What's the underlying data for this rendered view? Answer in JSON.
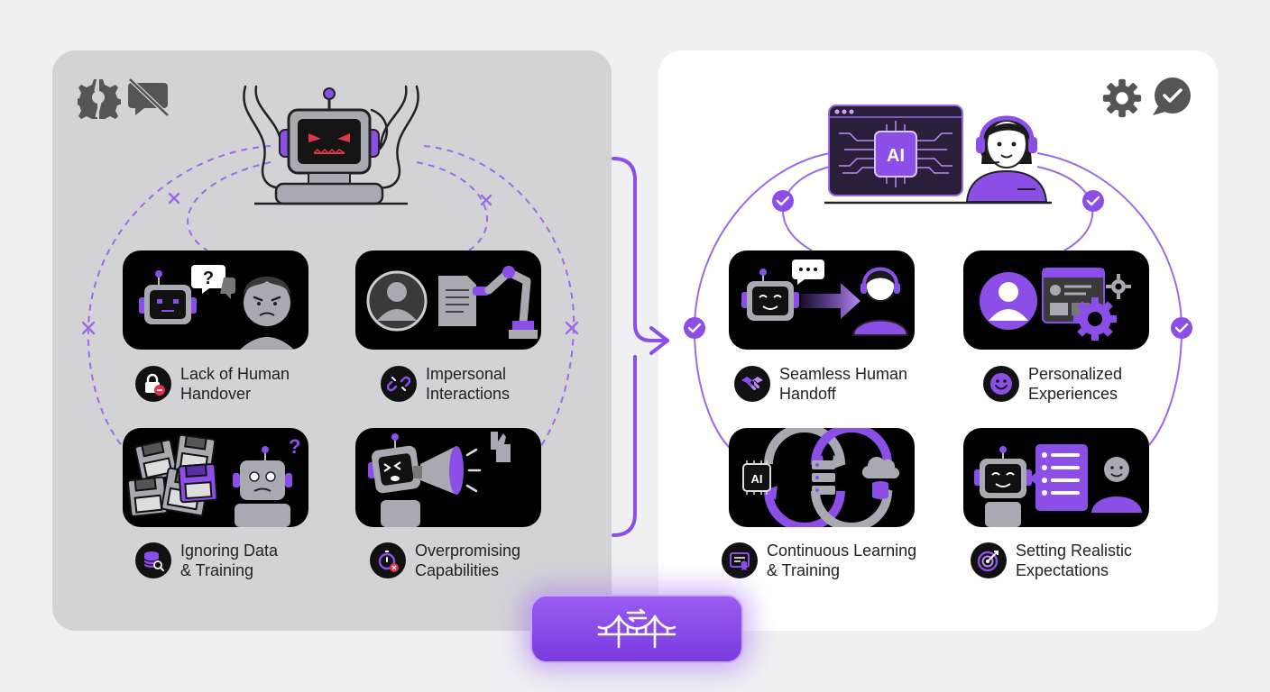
{
  "left_panel": {
    "items": [
      {
        "line1": "Lack of Human",
        "line2": "Handover"
      },
      {
        "line1": "Impersonal",
        "line2": "Interactions"
      },
      {
        "line1": "Ignoring Data",
        "line2": "& Training"
      },
      {
        "line1": "Overpromising",
        "line2": "Capabilities"
      }
    ]
  },
  "right_panel": {
    "monitor_label": "AI",
    "items": [
      {
        "line1": "Seamless Human",
        "line2": "Handoff"
      },
      {
        "line1": "Personalized",
        "line2": "Experiences"
      },
      {
        "line1": "Continuous Learning",
        "line2": "& Training"
      },
      {
        "line1": "Setting Realistic",
        "line2": "Expectations"
      }
    ],
    "chip_label": "AI"
  },
  "colors": {
    "accent": "#8b4fe8",
    "accent_light": "#b98cf5",
    "panel_left": "#d3d3d6",
    "panel_right": "#ffffff",
    "card": "#000000",
    "alert_red": "#e0344a"
  },
  "icons": {
    "top_left": [
      "broken-gear-icon",
      "muted-chat-icon"
    ],
    "top_right": [
      "gear-icon",
      "check-chat-icon"
    ],
    "bridge": "bridge-icon"
  }
}
